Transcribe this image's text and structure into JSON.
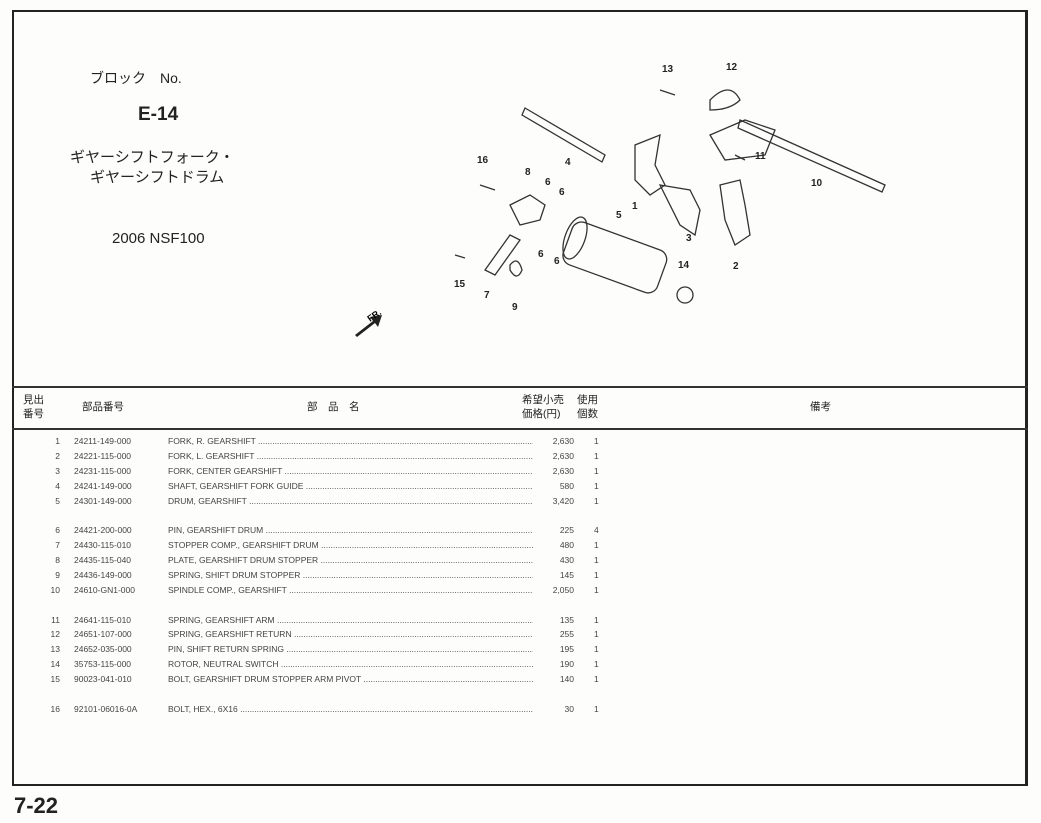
{
  "header": {
    "block_label": "ブロック　No.",
    "block_code": "E-14",
    "title_line1": "ギヤーシフトフォーク・",
    "title_line2": "ギヤーシフトドラム",
    "model": "2006 NSF100"
  },
  "diagram": {
    "callouts": [
      "13",
      "12",
      "4",
      "16",
      "8",
      "6",
      "6",
      "11",
      "10",
      "1",
      "5",
      "3",
      "2",
      "6",
      "6",
      "14",
      "15",
      "7",
      "9"
    ],
    "fr_label": "FR."
  },
  "table": {
    "headers": {
      "ref_no_1": "見出",
      "ref_no_2": "番号",
      "part_no": "部品番号",
      "part_name": "部　品　名",
      "price_1": "希望小売",
      "price_2": "価格(円)",
      "qty_1": "使用",
      "qty_2": "個数",
      "remarks": "備考"
    },
    "rows": [
      {
        "no": "1",
        "part_no": "24211-149-000",
        "name": "FORK, R. GEARSHIFT",
        "price": "2,630",
        "qty": "1"
      },
      {
        "no": "2",
        "part_no": "24221-115-000",
        "name": "FORK, L. GEARSHIFT",
        "price": "2,630",
        "qty": "1"
      },
      {
        "no": "3",
        "part_no": "24231-115-000",
        "name": "FORK, CENTER GEARSHIFT",
        "price": "2,630",
        "qty": "1"
      },
      {
        "no": "4",
        "part_no": "24241-149-000",
        "name": "SHAFT, GEARSHIFT FORK GUIDE",
        "price": "580",
        "qty": "1"
      },
      {
        "no": "5",
        "part_no": "24301-149-000",
        "name": "DRUM, GEARSHIFT",
        "price": "3,420",
        "qty": "1"
      },
      {
        "no": "6",
        "part_no": "24421-200-000",
        "name": "PIN, GEARSHIFT DRUM",
        "price": "225",
        "qty": "4"
      },
      {
        "no": "7",
        "part_no": "24430-115-010",
        "name": "STOPPER COMP., GEARSHIFT DRUM",
        "price": "480",
        "qty": "1"
      },
      {
        "no": "8",
        "part_no": "24435-115-040",
        "name": "PLATE, GEARSHIFT DRUM STOPPER",
        "price": "430",
        "qty": "1"
      },
      {
        "no": "9",
        "part_no": "24436-149-000",
        "name": "SPRING, SHIFT DRUM STOPPER",
        "price": "145",
        "qty": "1"
      },
      {
        "no": "10",
        "part_no": "24610-GN1-000",
        "name": "SPINDLE COMP., GEARSHIFT",
        "price": "2,050",
        "qty": "1"
      },
      {
        "no": "11",
        "part_no": "24641-115-010",
        "name": "SPRING, GEARSHIFT ARM",
        "price": "135",
        "qty": "1"
      },
      {
        "no": "12",
        "part_no": "24651-107-000",
        "name": "SPRING, GEARSHIFT RETURN",
        "price": "255",
        "qty": "1"
      },
      {
        "no": "13",
        "part_no": "24652-035-000",
        "name": "PIN, SHIFT RETURN SPRING",
        "price": "195",
        "qty": "1"
      },
      {
        "no": "14",
        "part_no": "35753-115-000",
        "name": "ROTOR, NEUTRAL SWITCH",
        "price": "190",
        "qty": "1"
      },
      {
        "no": "15",
        "part_no": "90023-041-010",
        "name": "BOLT, GEARSHIFT DRUM STOPPER ARM PIVOT",
        "price": "140",
        "qty": "1"
      },
      {
        "no": "16",
        "part_no": "92101-06016-0A",
        "name": "BOLT, HEX., 6X16",
        "price": "30",
        "qty": "1"
      }
    ]
  },
  "footer": {
    "page_number": "7-22"
  }
}
